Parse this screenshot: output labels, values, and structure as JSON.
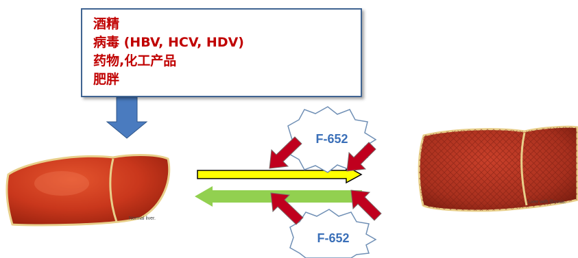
{
  "causes": [
    "酒精",
    "病毒 (HBV, HCV, HDV)",
    "药物,化工产品",
    "肥胖"
  ],
  "normal_liver_caption": "Normal liver.",
  "fibrosis_liver_caption": "Liver with fibrosis.",
  "drug_top_label": "F-652",
  "drug_bottom_label": "F-652",
  "colors": {
    "cause_text": "#c00000",
    "box_border": "#3f6391",
    "down_arrow": "#4a7bbf",
    "forward_arrow": "#ffff00",
    "reverse_arrow": "#92d050",
    "inhibit_arrow": "#c0001e",
    "badge_text": "#3a6fb8"
  }
}
